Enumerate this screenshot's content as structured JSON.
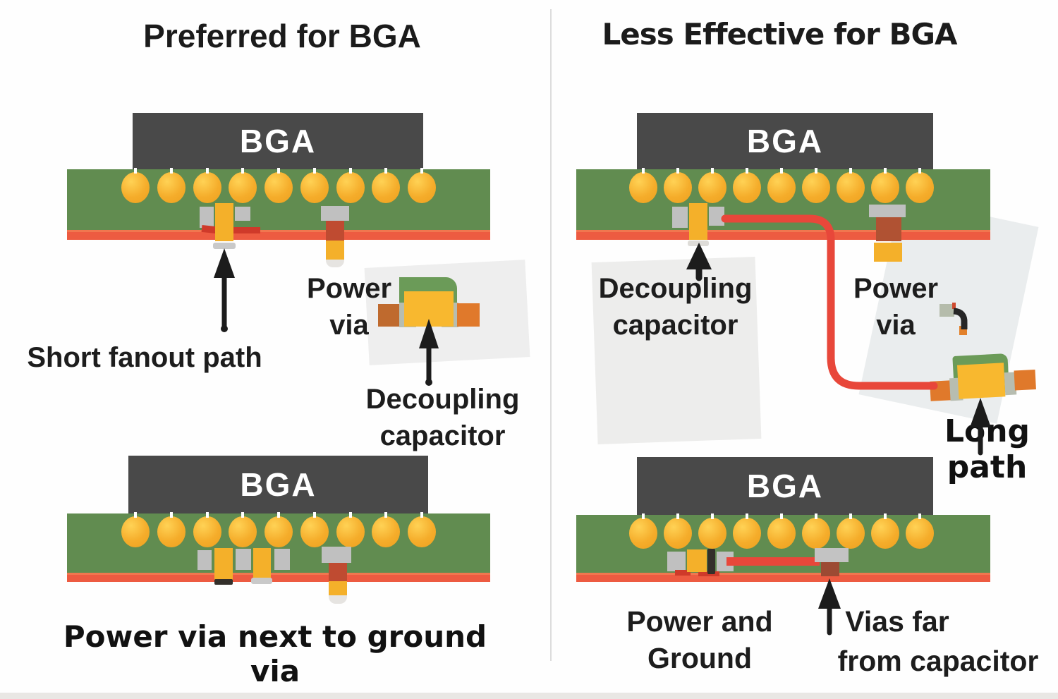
{
  "left": {
    "title": "Preferred for BGA",
    "top": {
      "chip_label": "BGA",
      "ball_count": 9,
      "labels": {
        "short_fanout": "Short fanout path",
        "power_via_line1": "Power",
        "power_via_line2": "via",
        "decoupling_line1": "Decoupling",
        "decoupling_line2": "capacitor"
      }
    },
    "bottom": {
      "chip_label": "BGA",
      "ball_count": 9,
      "caption": "Power via next to ground via"
    }
  },
  "right": {
    "title": "Less Effective for BGA",
    "top": {
      "chip_label": "BGA",
      "ball_count": 9,
      "labels": {
        "decoupling_line1": "Decoupling",
        "decoupling_line2": "capacitor",
        "power_via_line1": "Power",
        "power_via_line2": "via",
        "long_path": "Long path"
      }
    },
    "bottom": {
      "chip_label": "BGA",
      "ball_count": 9,
      "labels": {
        "power_and_ground": "Power and Ground",
        "vias_far_line1": "Vias far",
        "vias_far_line2": "from capacitor"
      }
    }
  },
  "colors": {
    "pcb_green": "#618c50",
    "power_plane_red": "#ed5b41",
    "ball_yellow": "#f5ad2b",
    "chip_gray": "#494949",
    "pad_gray": "#c0c0c0",
    "via_yellow": "#f4b02a",
    "via_red": "#bf4b31",
    "via_brown": "#b05233",
    "trace_red": "#e8473a",
    "capacitor_pad_green": "#6b9b58",
    "capacitor_body_yellow": "#f8b82f",
    "capacitor_terminal_orange": "#e0792b"
  }
}
